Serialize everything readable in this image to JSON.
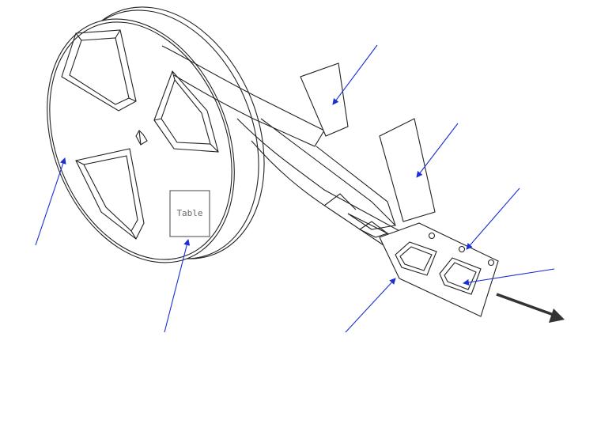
{
  "diagram": {
    "label_box_text": "Table",
    "colors": {
      "outline": "#222222",
      "leader_line": "#1a2fd6",
      "direction_arrow": "#333333",
      "label_text": "#666666"
    },
    "icons": [
      "reel",
      "cover-tape",
      "carrier-tape",
      "pocket",
      "sprocket-hole",
      "feed-direction-arrow"
    ]
  }
}
